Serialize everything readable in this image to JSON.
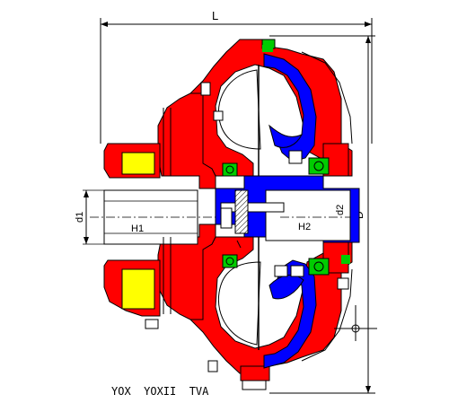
{
  "dimensions": {
    "overall_length": "L",
    "outer_diameter": "D",
    "input_bore_diameter": "d1",
    "output_bore_diameter": "d2",
    "input_hub_length": "H1",
    "output_hub_length": "H2"
  },
  "model_caption": "YOX  YOXII  TVA",
  "colors": {
    "housing": "#ff0000",
    "turbine": "#0000ff",
    "bearing": "#00cc00",
    "coupling_pad": "#ffff00",
    "shaft": "#ffffff",
    "outline": "#000000"
  }
}
